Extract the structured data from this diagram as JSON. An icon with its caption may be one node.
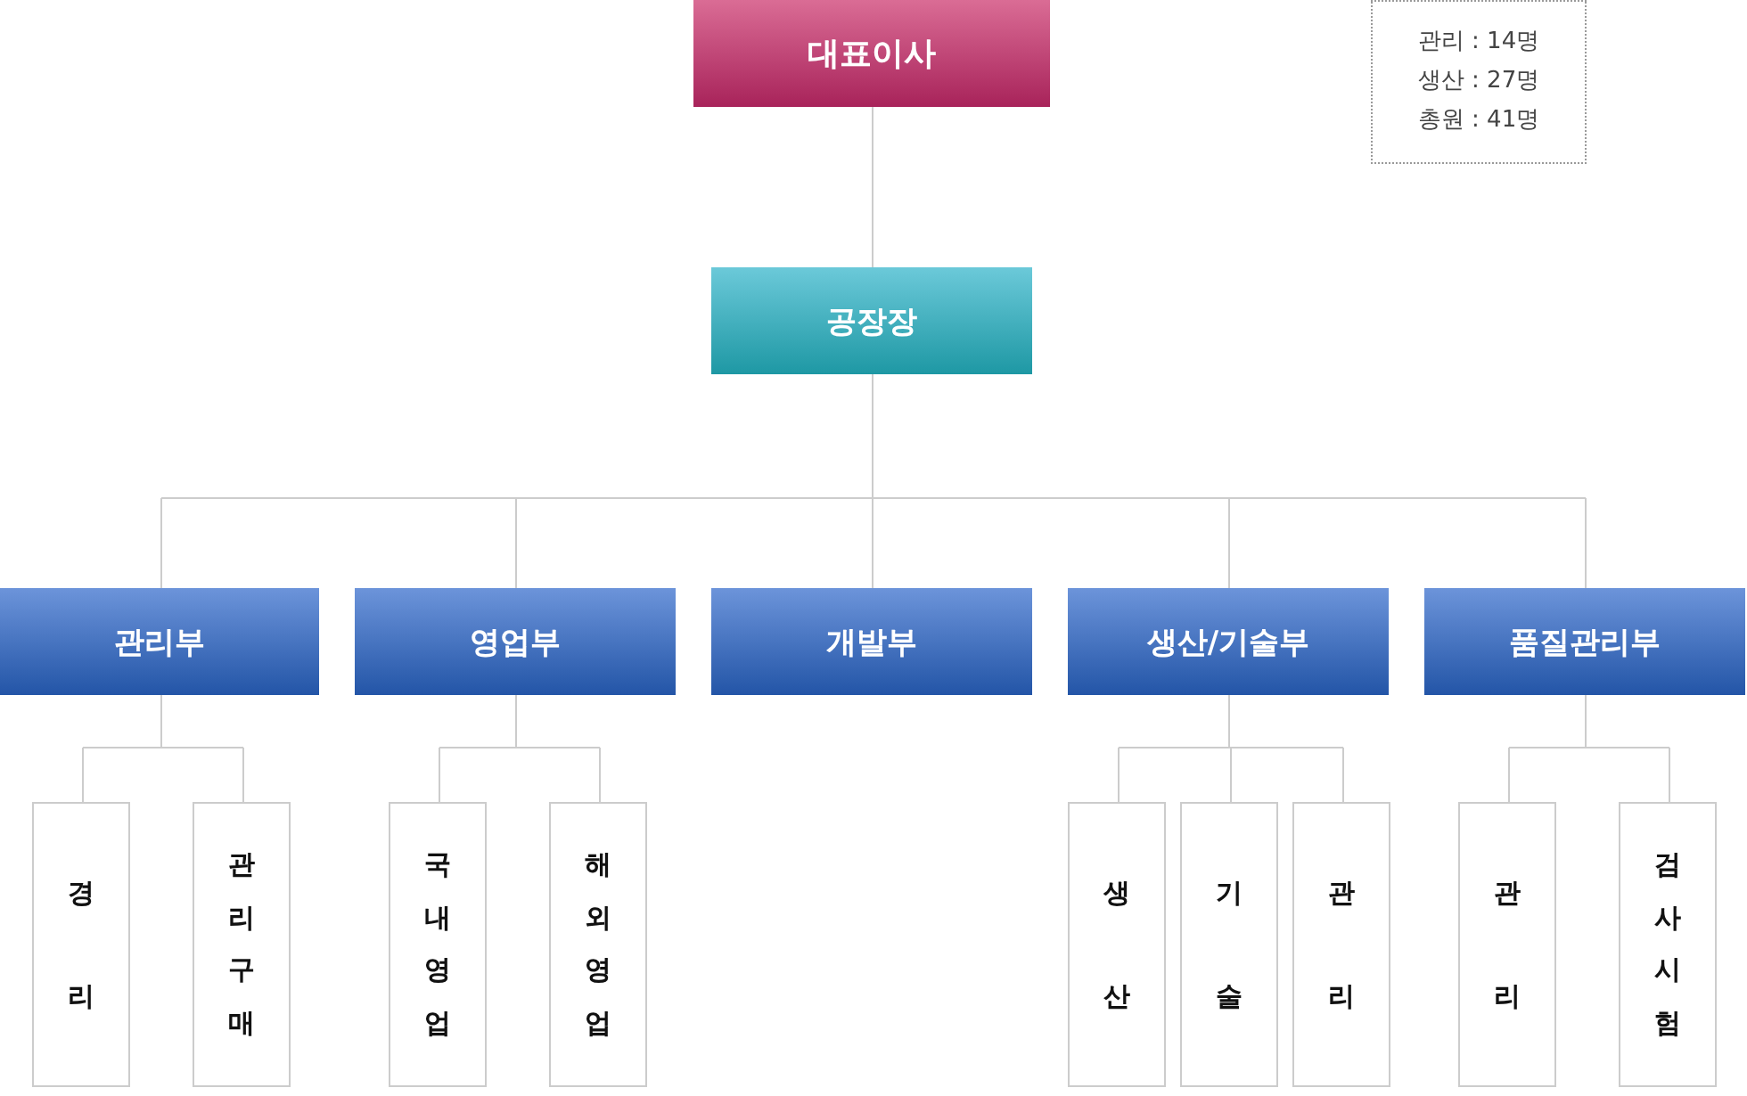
{
  "diagram": {
    "nodes": [
      {
        "text": [
          "대표이사"
        ]
      },
      {
        "text": [
          "관리 : 14명",
          "생산 : 27명",
          "총원 : 41명"
        ]
      },
      {
        "text": [
          "공장장"
        ]
      },
      {
        "text": [
          "관리부"
        ]
      },
      {
        "text": [
          "영업부"
        ]
      },
      {
        "text": [
          "개발부"
        ]
      },
      {
        "text": [
          "생산/기술부"
        ]
      },
      {
        "text": [
          "품질관리부"
        ]
      },
      {
        "text": [
          "경리"
        ]
      },
      {
        "text": [
          "관리구매"
        ]
      },
      {
        "text": [
          "국내영업"
        ]
      },
      {
        "text": [
          "해외영업"
        ]
      },
      {
        "text": [
          "생산"
        ]
      },
      {
        "text": [
          "기술"
        ]
      },
      {
        "text": [
          "관리"
        ]
      },
      {
        "text": [
          "관리"
        ]
      },
      {
        "text": [
          "검사시험"
        ]
      }
    ],
    "edges": [
      {
        "from": 0,
        "to": 2,
        "arrow": "none"
      },
      {
        "from": 2,
        "to": 3,
        "arrow": "none"
      },
      {
        "from": 2,
        "to": 4,
        "arrow": "none"
      },
      {
        "from": 2,
        "to": 5,
        "arrow": "none"
      },
      {
        "from": 2,
        "to": 6,
        "arrow": "none"
      },
      {
        "from": 2,
        "to": 7,
        "arrow": "none"
      },
      {
        "from": 3,
        "to": 8,
        "arrow": "none"
      },
      {
        "from": 3,
        "to": 9,
        "arrow": "none"
      },
      {
        "from": 4,
        "to": 10,
        "arrow": "none"
      },
      {
        "from": 4,
        "to": 11,
        "arrow": "none"
      },
      {
        "from": 6,
        "to": 12,
        "arrow": "none"
      },
      {
        "from": 6,
        "to": 13,
        "arrow": "none"
      },
      {
        "from": 6,
        "to": 14,
        "arrow": "none"
      },
      {
        "from": 7,
        "to": 15,
        "arrow": "none"
      },
      {
        "from": 7,
        "to": 16,
        "arrow": "none"
      }
    ]
  }
}
